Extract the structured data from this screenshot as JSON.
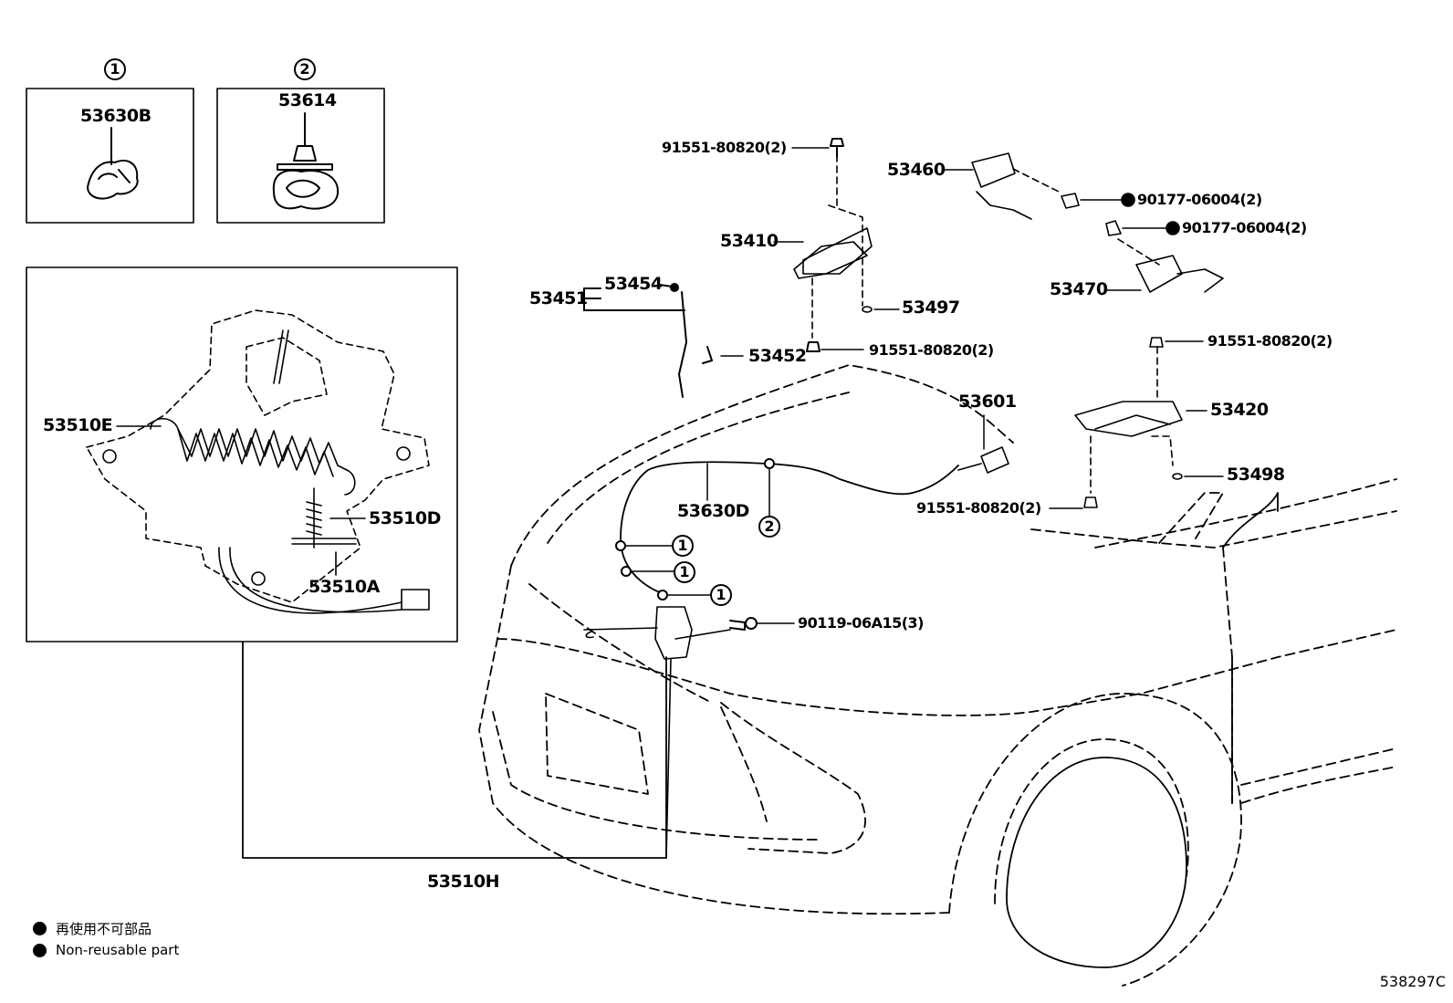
{
  "diagram": {
    "inset_boxes": {
      "box1": {
        "marker": "1",
        "part": "53630B"
      },
      "box2": {
        "marker": "2",
        "part": "53614"
      }
    },
    "detail": {
      "parts": [
        "53510E",
        "53510D",
        "53510A"
      ]
    },
    "callouts": {
      "p53510H": "53510H",
      "p53451": "53451",
      "p53454": "53454",
      "p53452": "53452",
      "p53410": "53410",
      "p53497": "53497",
      "p53460": "53460",
      "p53470": "53470",
      "p53420": "53420",
      "p53498": "53498",
      "p53601": "53601",
      "p53630D": "53630D",
      "bolt_top": "91551-80820(2)",
      "bolt_mid": "91551-80820(2)",
      "bolt_right": "91551-80820(2)",
      "bolt_lower": "91551-80820(2)",
      "nut1": "90177-06004(2)",
      "nut2": "90177-06004(2)",
      "clip": "90119-06A15(3)"
    },
    "cable_markers": [
      "2",
      "1",
      "1",
      "1"
    ]
  },
  "legend": {
    "jp": "再使用不可部品",
    "en": "Non-reusable part"
  },
  "figure_code": "538297C"
}
